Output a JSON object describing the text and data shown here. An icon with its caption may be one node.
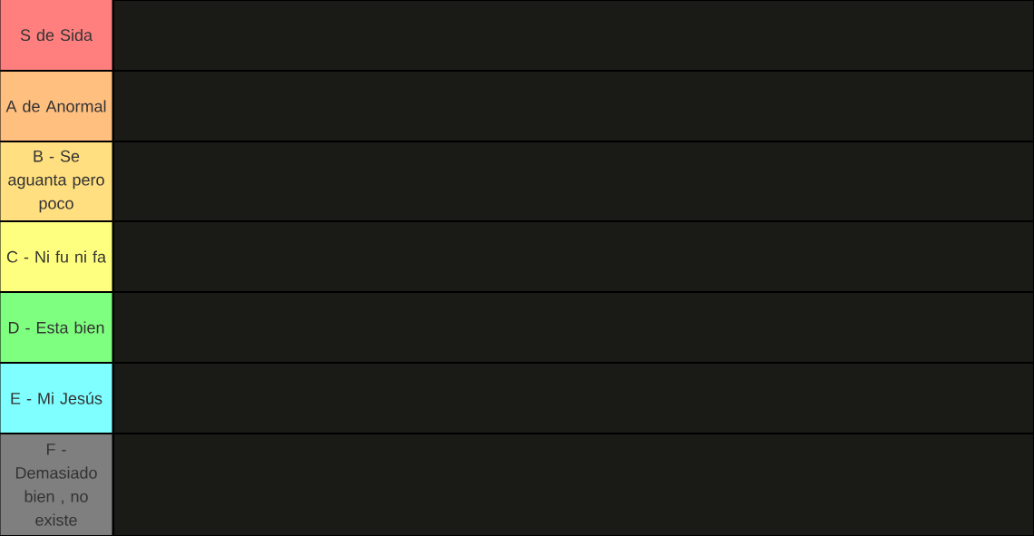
{
  "diagram": {
    "nodes": [
      {
        "text": [
          "S de Sida"
        ]
      },
      {
        "text": [
          "A de Anormal"
        ]
      },
      {
        "text": [
          "B - Se aguanta pero poco"
        ]
      },
      {
        "text": [
          "C - Ni fu ni fa"
        ]
      },
      {
        "text": [
          "D - Esta bien"
        ]
      },
      {
        "text": [
          "E - Mi Jesús"
        ]
      },
      {
        "text": [
          "F - Demasiado bien , no existe"
        ]
      }
    ]
  }
}
